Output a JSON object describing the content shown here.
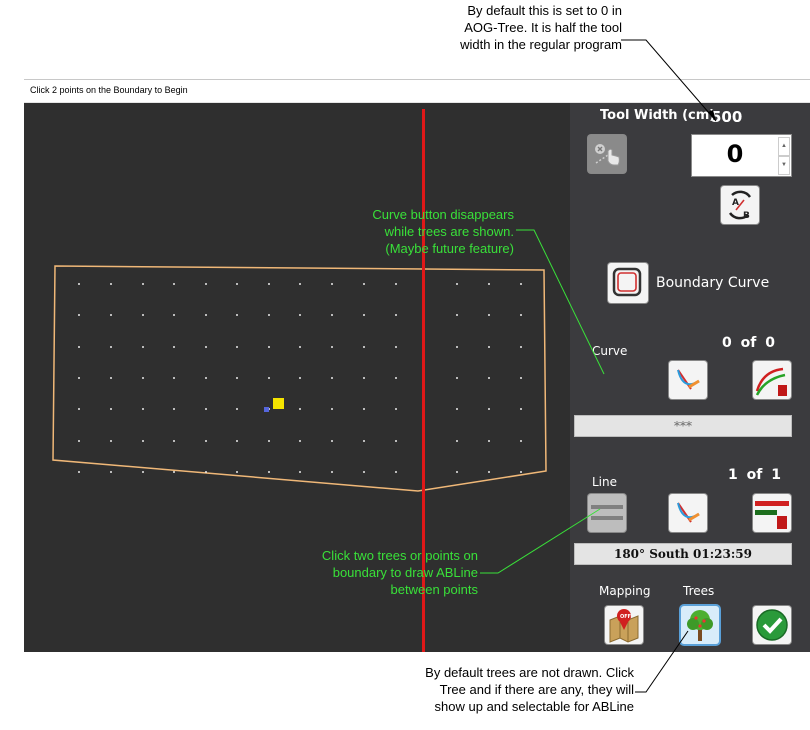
{
  "annotations": {
    "tool_width_note": [
      "By default this is set to 0 in",
      "AOG-Tree.  It is half the tool",
      "width in the regular program"
    ],
    "curve_note": [
      "Curve button disappears",
      "while trees are shown.",
      "(Maybe future feature)"
    ],
    "abline_note": [
      "Click two trees or points on",
      "boundary to draw ABLine",
      "between points"
    ],
    "trees_note": [
      "By default trees are not drawn.  Click",
      "Tree and if there are any, they will",
      "show up and selectable for ABLine"
    ]
  },
  "window": {
    "title": "Click 2 points on the Boundary to Begin"
  },
  "panel": {
    "tool_width_label": "Tool Width (cm)",
    "tool_width_value": "500",
    "offset_value": "0",
    "boundary_curve_label": "Boundary Curve",
    "curve": {
      "label": "Curve",
      "count": "0",
      "of": "of",
      "total": "0",
      "status": "***"
    },
    "line": {
      "label": "Line",
      "count": "1",
      "of": "of",
      "total": "1",
      "status": "180° South 01:23:59"
    },
    "mapping_label": "Mapping",
    "trees_label": "Trees",
    "icons": [
      "cancel-touch-icon",
      "ab-swap-icon",
      "boundary-curve-icon",
      "curve-draw-icon",
      "curve-delete-icon",
      "line-select-icon",
      "line-draw-icon",
      "line-delete-icon",
      "mapping-off-icon",
      "tree-icon",
      "ok-check-icon"
    ]
  },
  "colors": {
    "field_bg": "#2f2f2f",
    "panel_bg": "#3b3b3e",
    "boundary": "#f0b878",
    "ab_line": "#e01818",
    "annotation_green": "#39e039"
  }
}
